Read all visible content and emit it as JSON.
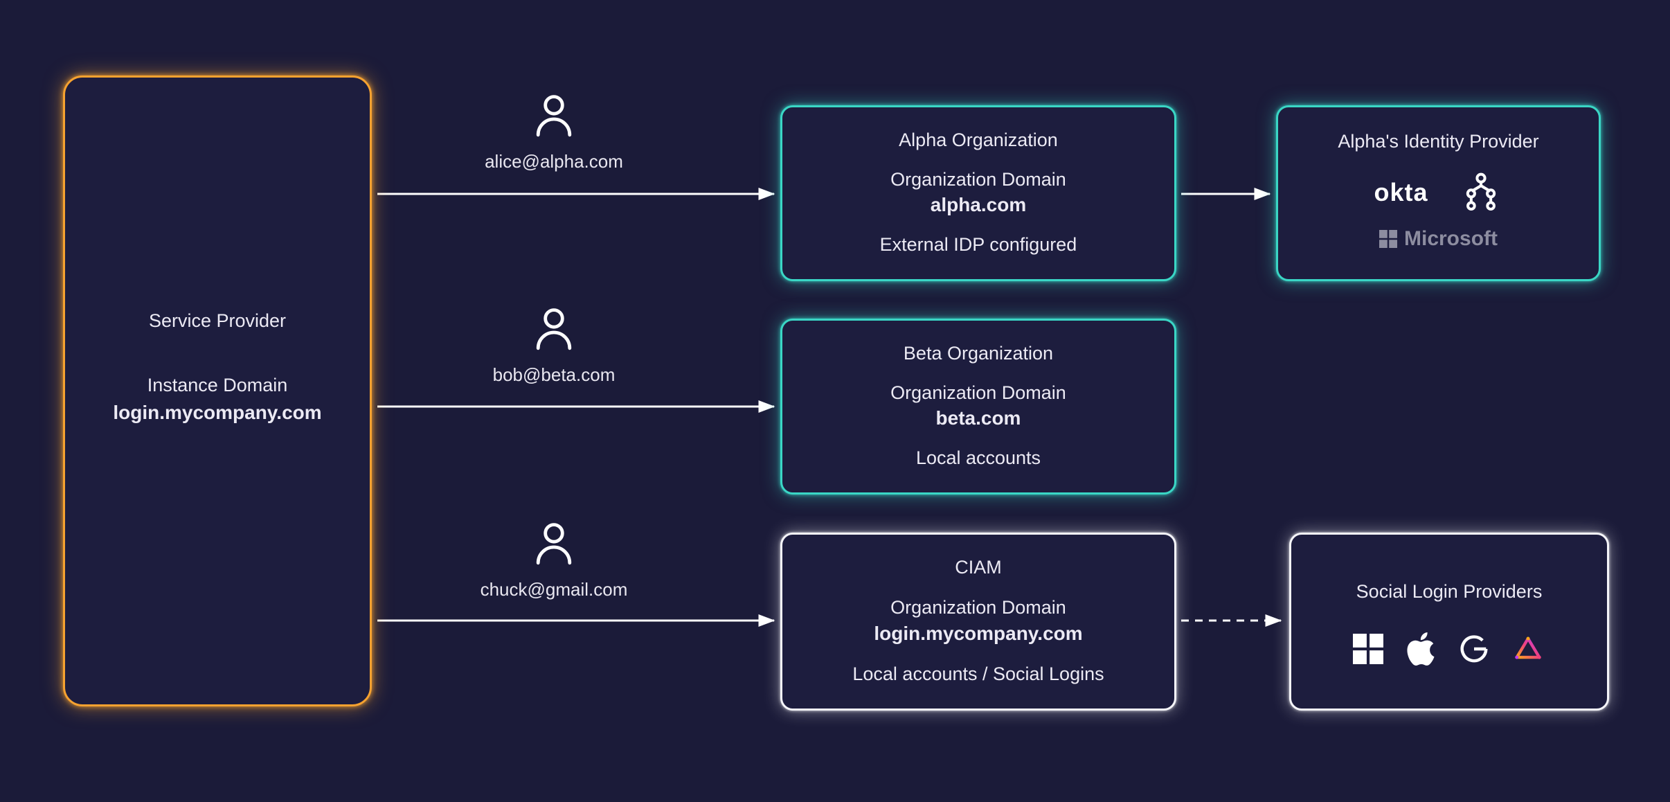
{
  "colors": {
    "background": "#1b1b39",
    "accent_orange": "#f6a230",
    "accent_teal": "#3ad6c5",
    "accent_white": "#f5f5fa",
    "muted_gray": "#8d8da0"
  },
  "service_provider": {
    "title": "Service Provider",
    "domain_label": "Instance Domain",
    "domain": "login.mycompany.com"
  },
  "users": [
    {
      "icon": "person-icon",
      "email": "alice@alpha.com"
    },
    {
      "icon": "person-icon",
      "email": "bob@beta.com"
    },
    {
      "icon": "person-icon",
      "email": "chuck@gmail.com"
    }
  ],
  "organizations": [
    {
      "title": "Alpha Organization",
      "domain_label": "Organization Domain",
      "domain": "alpha.com",
      "footer": "External IDP configured"
    },
    {
      "title": "Beta Organization",
      "domain_label": "Organization Domain",
      "domain": "beta.com",
      "footer": "Local accounts"
    },
    {
      "title": "CIAM",
      "domain_label": "Organization Domain",
      "domain": "login.mycompany.com",
      "footer": "Local accounts / Social Logins"
    }
  ],
  "identity_provider": {
    "title": "Alpha's Identity Provider",
    "okta_label": "okta",
    "microsoft_label": "Microsoft",
    "icons": [
      "okta-logo",
      "tree-icon",
      "microsoft-logo"
    ]
  },
  "social_providers": {
    "title": "Social Login Providers",
    "icons": [
      "microsoft-logo",
      "apple-logo",
      "google-logo",
      "gradient-triangle-logo"
    ]
  }
}
